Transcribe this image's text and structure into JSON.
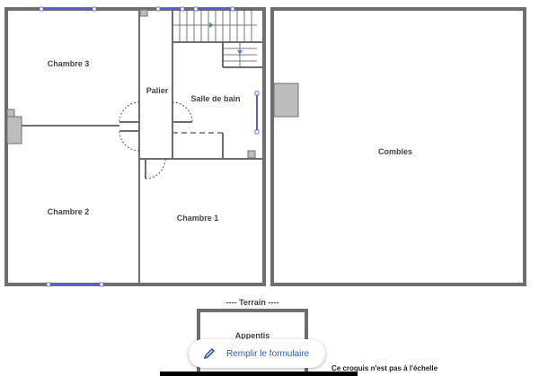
{
  "plan": {
    "rooms": {
      "chambre3": "Chambre 3",
      "palier": "Palier",
      "salle_de_bain": "Salle de bain",
      "chambre2": "Chambre 2",
      "chambre1": "Chambre 1",
      "combles": "Combles",
      "appentis": "Appentis"
    },
    "terrain_label": "---- Terrain ----",
    "note": "Ce croquis n'est pas à l'échelle",
    "colors": {
      "wall": "#6e6e6e",
      "window": "#5a5fc4",
      "chimney": "#bdbdbd"
    }
  },
  "action": {
    "fill_form_label": "Remplir le formulaire",
    "icon": "pencil-icon"
  }
}
